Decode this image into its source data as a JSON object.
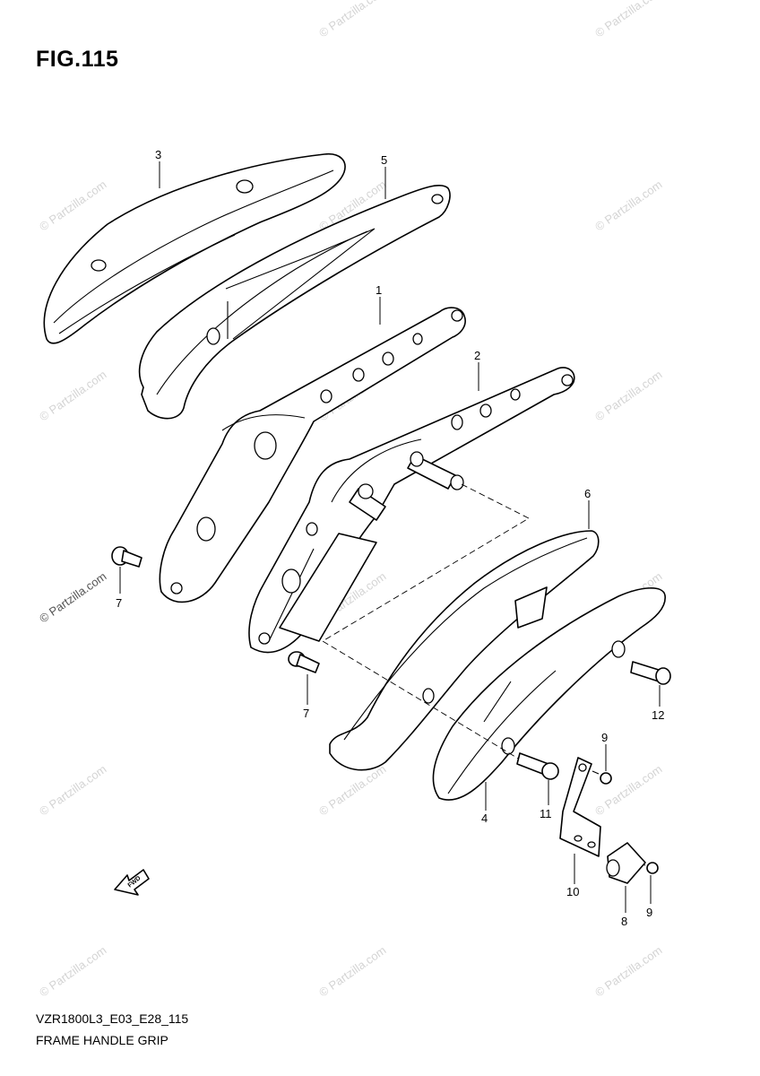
{
  "figure": {
    "title": "FIG.115"
  },
  "footer": {
    "code": "VZR1800L3_E03_E28_115",
    "name": "FRAME HANDLE GRIP"
  },
  "watermark": "© Partzilla.com",
  "fwd_label": "FWD",
  "callouts": {
    "p1": "1",
    "p2": "2",
    "p3": "3",
    "p4": "4",
    "p5": "5",
    "p6": "6",
    "p7a": "7",
    "p7b": "7",
    "p8": "8",
    "p9a": "9",
    "p9b": "9",
    "p10": "10",
    "p11": "11",
    "p12": "12"
  }
}
